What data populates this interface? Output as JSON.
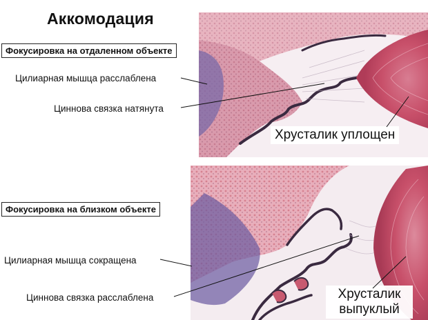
{
  "title": "Аккомодация",
  "top_section": {
    "heading": "Фокусировка на отдаленном объекте",
    "label_muscle": "Цилиарная мышца  расслаблена",
    "label_zonule": "Циннова связка натянута",
    "label_lens": "Хрусталик уплощен"
  },
  "bottom_section": {
    "heading": "Фокусировка на близком объекте",
    "label_muscle": "Цилиарная мышца  сокращена",
    "label_zonule": "Циннова связка расслаблена",
    "label_lens_line1": "Хрусталик",
    "label_lens_line2": "выпуклый"
  },
  "colors": {
    "tissue_pink": "#e8b4c0",
    "muscle_purple": "#7a6aa8",
    "lens_red": "#c8506a",
    "epithelium_dark": "#3a2a40"
  }
}
